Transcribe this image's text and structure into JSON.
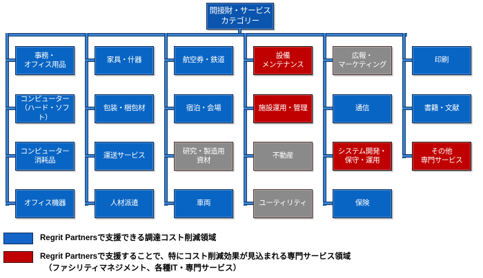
{
  "root": {
    "label": "間接財・サービス\nカテゴリー"
  },
  "columns": [
    {
      "boxes": [
        {
          "label": "事務・\nオフィス用品",
          "type": "blue"
        },
        {
          "label": "コンピューター\n（ハード・ソフト）",
          "type": "blue"
        },
        {
          "label": "コンピューター\n消耗品",
          "type": "blue"
        },
        {
          "label": "オフィス機器",
          "type": "blue"
        }
      ]
    },
    {
      "boxes": [
        {
          "label": "家具・什器",
          "type": "blue"
        },
        {
          "label": "包装・梱包材",
          "type": "blue"
        },
        {
          "label": "運送サービス",
          "type": "blue"
        },
        {
          "label": "人材派遣",
          "type": "blue"
        }
      ]
    },
    {
      "boxes": [
        {
          "label": "航空券・鉄道",
          "type": "blue"
        },
        {
          "label": "宿泊・会場",
          "type": "blue"
        },
        {
          "label": "研究・製造用\n資材",
          "type": "gray"
        },
        {
          "label": "車両",
          "type": "blue"
        }
      ]
    },
    {
      "boxes": [
        {
          "label": "設備\nメンテナンス",
          "type": "red"
        },
        {
          "label": "施設運用・管理",
          "type": "red"
        },
        {
          "label": "不動産",
          "type": "gray"
        },
        {
          "label": "ユーティリティ",
          "type": "gray"
        }
      ]
    },
    {
      "boxes": [
        {
          "label": "広報・\nマーケティング",
          "type": "gray"
        },
        {
          "label": "通信",
          "type": "blue"
        },
        {
          "label": "システム開発・\n保守・運用",
          "type": "red"
        },
        {
          "label": "保険",
          "type": "blue"
        }
      ]
    },
    {
      "boxes": [
        {
          "label": "印刷",
          "type": "blue"
        },
        {
          "label": "書籍・文献",
          "type": "blue"
        },
        {
          "label": "その他\n専門サービス",
          "type": "red"
        }
      ]
    }
  ],
  "legend": {
    "blue": {
      "label": "Regrit Partnersで支援できる調達コスト削減領域"
    },
    "red": {
      "label": "Regrit Partnersで支援することで、特にコスト削減効果が見込まれる専門サービス領域",
      "sublabel": "（ファシリティマネジメント、各種IT・専門サービス）"
    }
  },
  "colors": {
    "blue": "#0965c4",
    "red": "#c00000",
    "gray": "#8a8a8a",
    "root_blue": "#0c55ae",
    "connector": "#3b82cf",
    "connector_edge": "#15396b",
    "legend_blue_swatch": "#1565c8",
    "legend_red_swatch": "#c00000"
  }
}
